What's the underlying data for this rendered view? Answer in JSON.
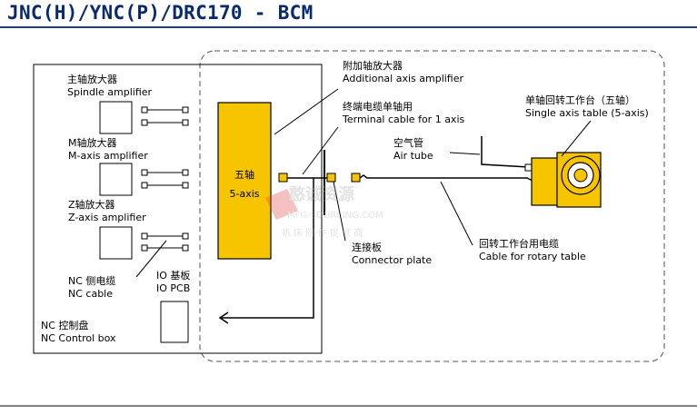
{
  "title": "JNC(H)/YNC(P)/DRC170 - BCM",
  "colors": {
    "amplifier_fill": "#f7c500",
    "title": "#0a2a6e",
    "line": "#000000",
    "dashed_border": "#777777"
  },
  "labels": {
    "spindle_amp": {
      "cn": "主轴放大器",
      "en": "Spindle amplifier"
    },
    "m_axis_amp": {
      "cn": "M轴放大器",
      "en": "M-axis amplifier"
    },
    "z_axis_amp": {
      "cn": "Z轴放大器",
      "en": "Z-axis amplifier"
    },
    "nc_cable": {
      "cn": "NC 侧电缆",
      "en": "NC cable"
    },
    "io_pcb": {
      "cn": "IO 基板",
      "en": "IO PCB"
    },
    "nc_control_box": {
      "cn": "NC 控制盘",
      "en": "NC Control box"
    },
    "additional_amp": {
      "cn": "附加轴放大器",
      "en": "Additional axis amplifier"
    },
    "five_axis": {
      "cn": "五轴",
      "en": "5-axis"
    },
    "terminal_cable": {
      "cn": "终端电缆单轴用",
      "en": "Terminal cable for 1 axis"
    },
    "connector_plate": {
      "cn": "连接板",
      "en": "Connector plate"
    },
    "air_tube": {
      "cn": "空气管",
      "en": "Air tube"
    },
    "single_axis_table": {
      "cn": "单轴回转工作台（五轴）",
      "en": "Single axis table (5-axis)"
    },
    "rotary_cable": {
      "cn": "回转工作台用电缆",
      "en": "Cable for rotary table"
    }
  },
  "watermark": {
    "line1": "憨诚资源",
    "line2": "MFG-SOURCING.COM",
    "line3": "机 床 附 件 提 供 商"
  }
}
